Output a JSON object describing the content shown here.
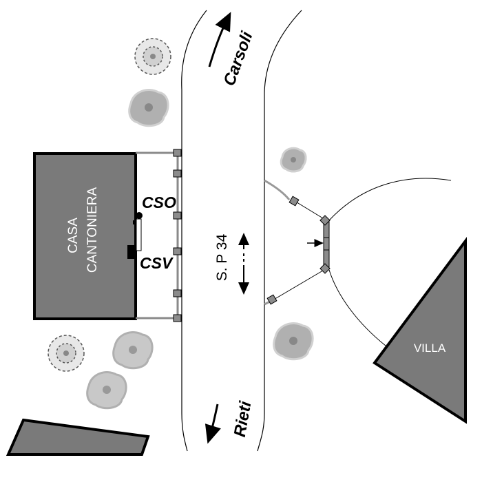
{
  "labels": {
    "casa_line1": "CASA",
    "casa_line2": "CANTONIERA",
    "cso": "CSO",
    "csv": "CSV",
    "road": "S. P 34",
    "carsoli": "Carsoli",
    "rieti": "Rieti",
    "villa": "VILLA"
  },
  "colors": {
    "building": "#7a7a7a",
    "fence": "#8a8a8a",
    "tree_gray": "#a8a8a8",
    "bush_light": "#c8c8c8",
    "outline": "#000000"
  },
  "icons": {
    "direction_up": "arrow-up-icon",
    "direction_down": "arrow-down-icon",
    "two_way": "double-arrow-icon",
    "gate_marker": "arrow-right-icon",
    "vegetation": "tree-icon"
  }
}
